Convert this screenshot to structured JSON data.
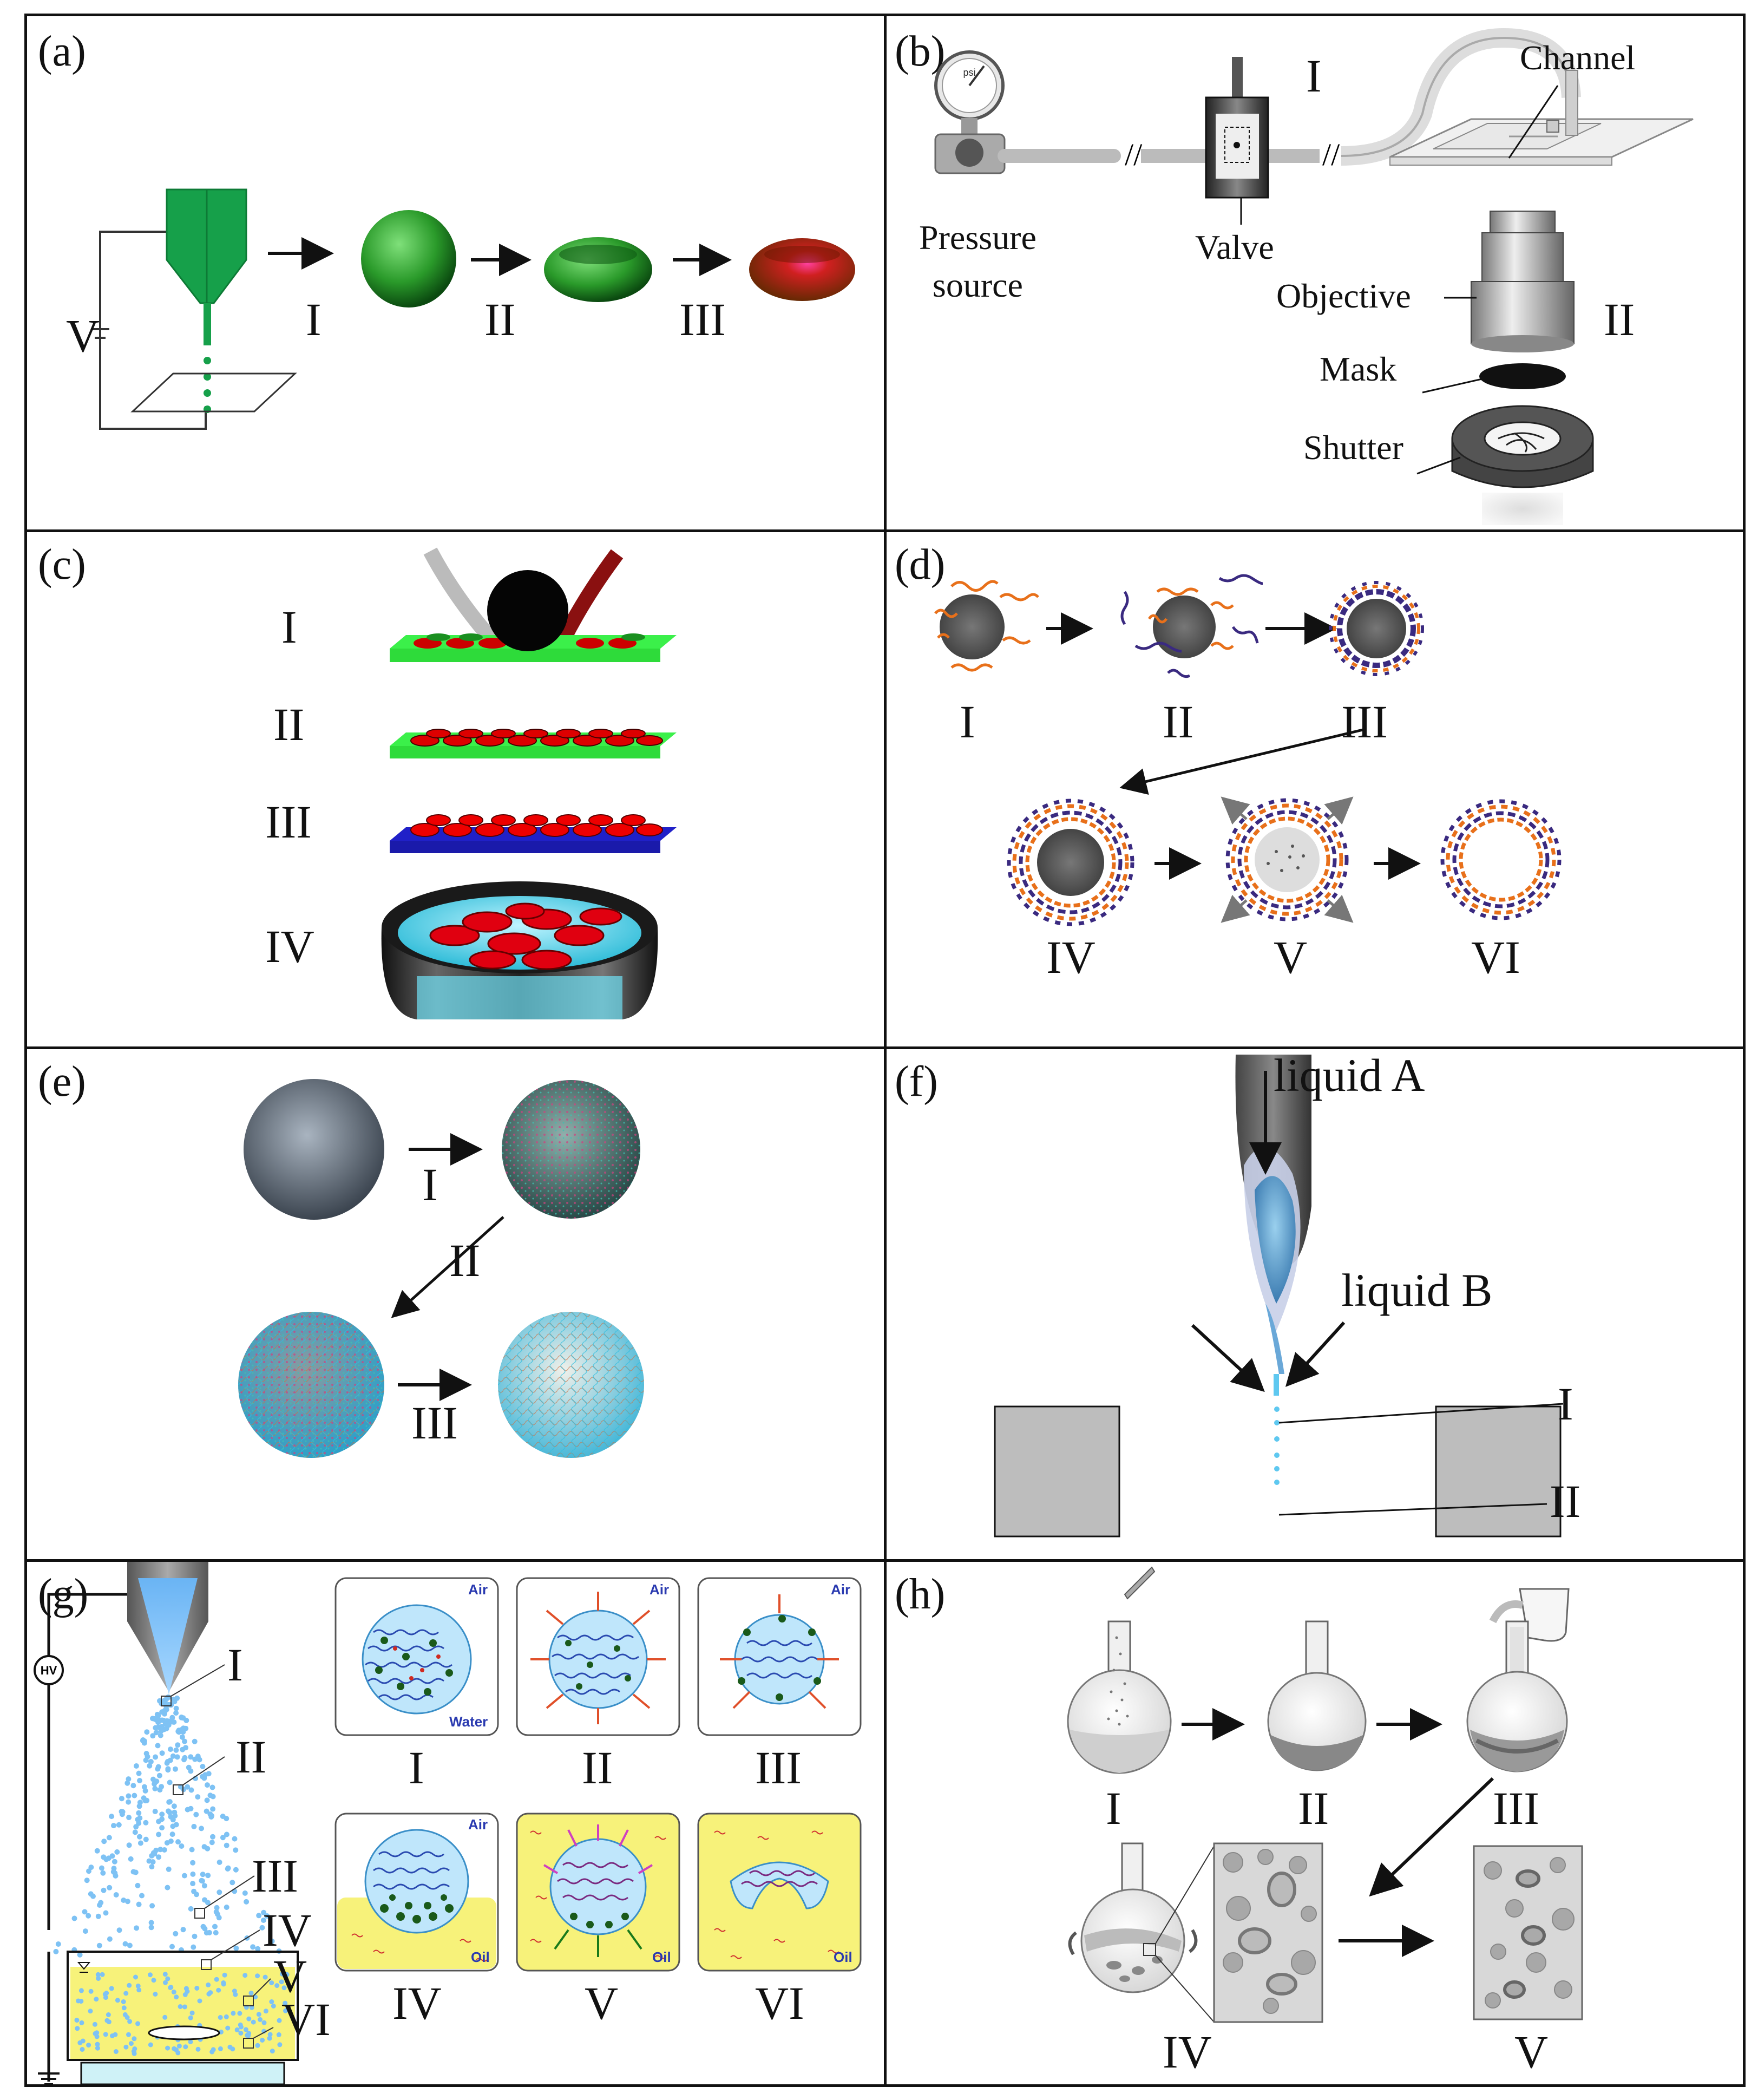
{
  "panels": {
    "a": {
      "label": "(a)",
      "voltage": "V",
      "steps": [
        "I",
        "II",
        "III"
      ]
    },
    "b": {
      "label": "(b)",
      "pressure": "Pressure\nsource",
      "psi": "psi",
      "valve": "Valve",
      "channel": "Channel",
      "objective": "Objective",
      "mask": "Mask",
      "shutter": "Shutter",
      "steps": [
        "I",
        "II"
      ]
    },
    "c": {
      "label": "(c)",
      "steps": [
        "I",
        "II",
        "III",
        "IV"
      ]
    },
    "d": {
      "label": "(d)",
      "steps": [
        "I",
        "II",
        "III",
        "IV",
        "V",
        "VI"
      ]
    },
    "e": {
      "label": "(e)",
      "steps": [
        "I",
        "II",
        "III"
      ]
    },
    "f": {
      "label": "(f)",
      "liquid_a": "liquid A",
      "liquid_b": "liquid B",
      "steps": [
        "I",
        "II"
      ]
    },
    "g": {
      "label": "(g)",
      "hv": "HV",
      "steps": [
        "I",
        "II",
        "III",
        "IV",
        "V",
        "VI"
      ],
      "air": "Air",
      "water": "Water",
      "oil": "Oil"
    },
    "h": {
      "label": "(h)",
      "steps": [
        "I",
        "II",
        "III",
        "IV",
        "V"
      ]
    }
  },
  "colors": {
    "green": "#1ea04a",
    "red": "#d01010",
    "orange": "#e8701a",
    "purple": "#3a2a80",
    "cyan": "#5ec8f0",
    "yellow": "#f7f27a"
  }
}
